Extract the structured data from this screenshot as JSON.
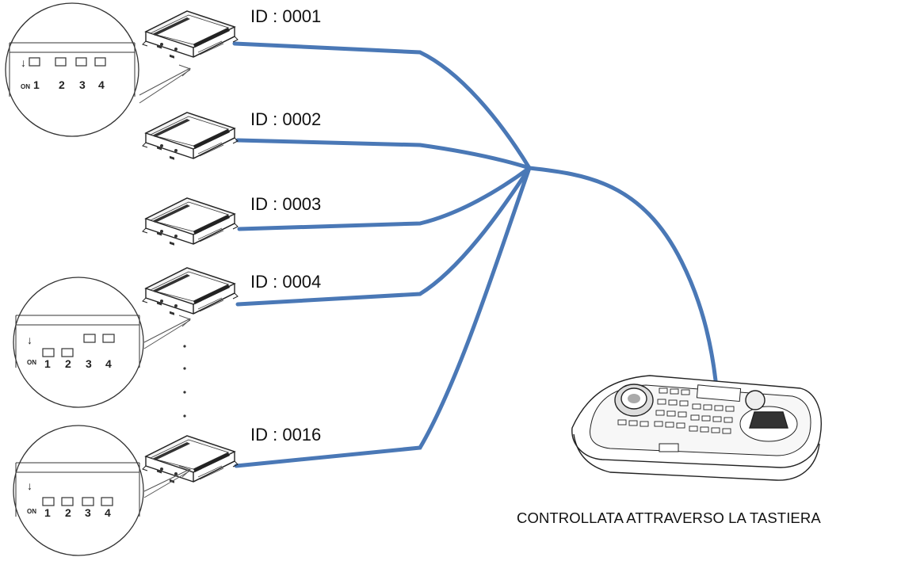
{
  "devices": [
    {
      "id_label": "ID : 0001"
    },
    {
      "id_label": "ID : 0002"
    },
    {
      "id_label": "ID : 0003"
    },
    {
      "id_label": "ID : 0004"
    },
    {
      "id_label": "ID : 0016"
    }
  ],
  "dip_switch_insets": [
    {
      "on_label": "ON",
      "numbers": [
        "1",
        "2",
        "3",
        "4"
      ],
      "switches_on": [
        false,
        false,
        false,
        false
      ]
    },
    {
      "on_label": "ON",
      "numbers": [
        "1",
        "2",
        "3",
        "4"
      ],
      "switches_on": [
        true,
        true,
        false,
        false
      ]
    },
    {
      "on_label": "ON",
      "numbers": [
        "1",
        "2",
        "3",
        "4"
      ],
      "switches_on": [
        true,
        true,
        true,
        true
      ]
    }
  ],
  "keyboard_caption": "CONTROLLATA ATTRAVERSO LA TASTIERA",
  "colors": {
    "cable": "#4a78b6",
    "line_art": "#333333"
  },
  "ellipsis": "· · · ·"
}
